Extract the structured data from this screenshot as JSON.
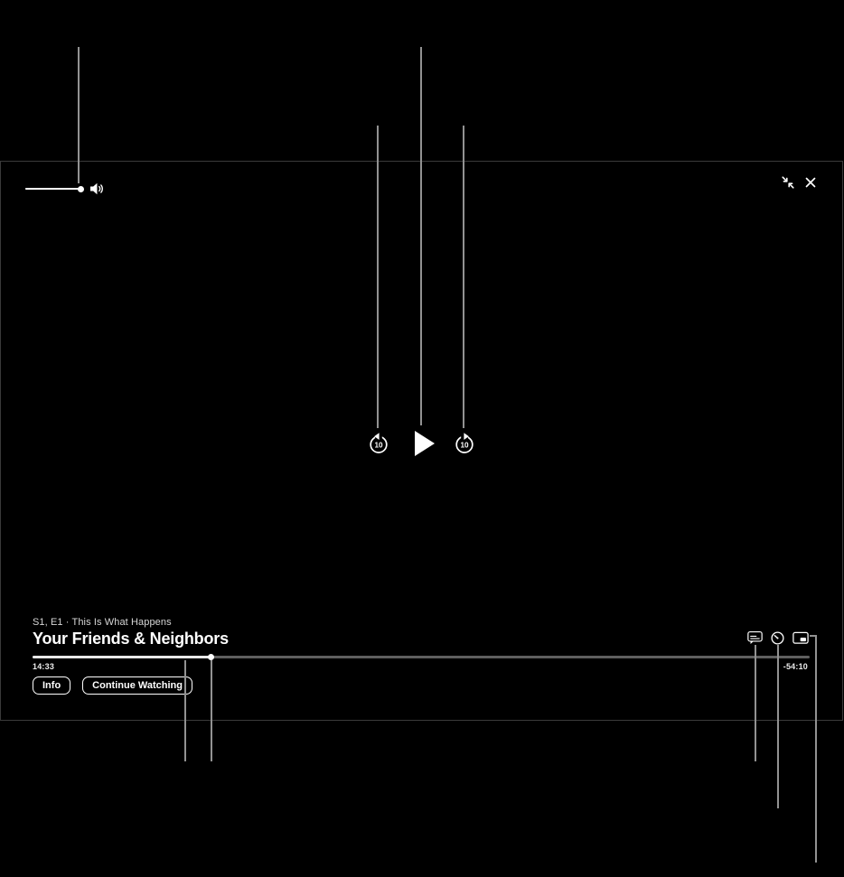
{
  "colors": {
    "background": "#000000",
    "player_border": "#3a3a3a",
    "callout_line": "#929292",
    "progress_track": "#5f5f5f",
    "progress_elapsed": "#e8e8e8",
    "icon_white": "#ffffff"
  },
  "player": {
    "top_bar": {
      "volume": {
        "percent": 100,
        "icon": "speaker-wave-icon"
      },
      "exit_fullscreen_icon": "arrows-inward-icon",
      "close_icon": "x-icon"
    },
    "transport": {
      "skip_back_label": "10",
      "skip_forward_label": "10",
      "play_icon": "play-triangle-icon"
    },
    "now_playing": {
      "episode_info": "S1, E1 · This Is What Happens",
      "title": "Your Friends & Neighbors"
    },
    "timeline": {
      "elapsed": "14:33",
      "remaining": "-54:10",
      "progress_percent": 23
    },
    "actions": {
      "info_label": "Info",
      "continue_label": "Continue Watching"
    },
    "secondary_controls": [
      "subtitles-icon",
      "playback-speed-icon",
      "picture-in-picture-icon"
    ]
  }
}
